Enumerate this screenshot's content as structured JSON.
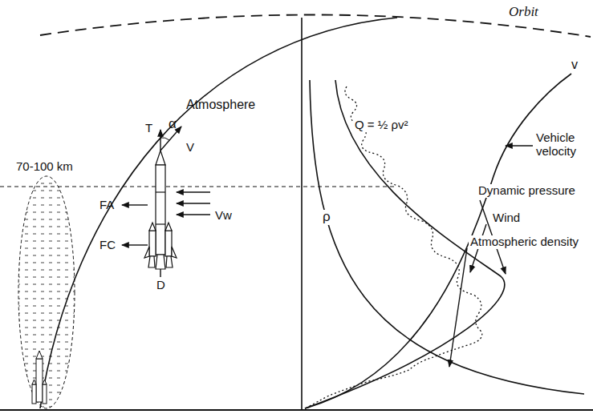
{
  "diagram": {
    "labels": [
      "Orbit",
      "70-100 km",
      "Atmosphere",
      "T",
      "α",
      "V",
      "Vw",
      "FA",
      "FC",
      "D",
      "Q = ½ ρv²",
      "ρ",
      "v",
      "Vehicle velocity",
      "Dynamic pressure",
      "Wind",
      "Atmospheric density"
    ]
  }
}
